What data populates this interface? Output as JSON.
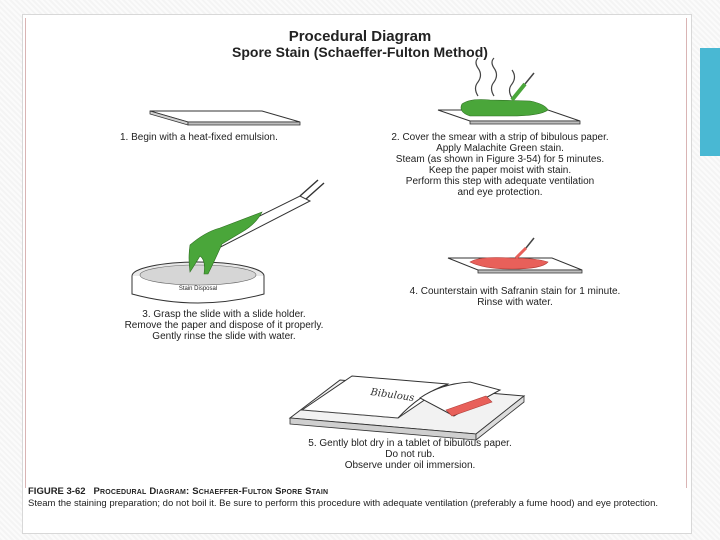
{
  "title": {
    "line1": "Procedural Diagram",
    "line2": "Spore Stain (Schaeffer-Fulton Method)"
  },
  "steps": [
    {
      "lines": [
        "1.  Begin with a heat-fixed emulsion."
      ]
    },
    {
      "lines": [
        "2.  Cover the smear with a strip of bibulous paper.",
        "Apply Malachite Green stain.",
        "Steam (as shown in Figure 3-54) for 5 minutes.",
        "Keep the paper moist with stain.",
        "Perform this step with adequate ventilation",
        "and eye protection."
      ]
    },
    {
      "lines": [
        "3.  Grasp the slide with a slide holder.",
        "Remove the paper and dispose of it properly.",
        "Gently rinse the slide with water."
      ]
    },
    {
      "lines": [
        "4.  Counterstain with Safranin stain for 1 minute.",
        "Rinse with water."
      ]
    },
    {
      "lines": [
        "5.  Gently blot dry in a tablet of bibulous paper.",
        "Do not rub.",
        "Observe under oil immersion."
      ]
    }
  ],
  "labels": {
    "stain_disposal": "Stain Disposal",
    "bibulous": "Bibulous"
  },
  "caption": {
    "label": "FIGURE 3-62",
    "title": "Procedural Diagram: Schaeffer-Fulton Spore Stain",
    "text": "Steam the staining preparation; do not boil it. Be sure to perform this procedure with adequate ventilation (preferably a fume hood) and eye protection."
  },
  "colors": {
    "malachite_green": "#4aa63a",
    "safranin": "#e8605a",
    "accent": "#49b8d3"
  },
  "icons": [
    "steam-icon",
    "dropper-icon",
    "slide-holder-icon",
    "stain-disposal-dish-icon",
    "paper-tablet-icon"
  ]
}
